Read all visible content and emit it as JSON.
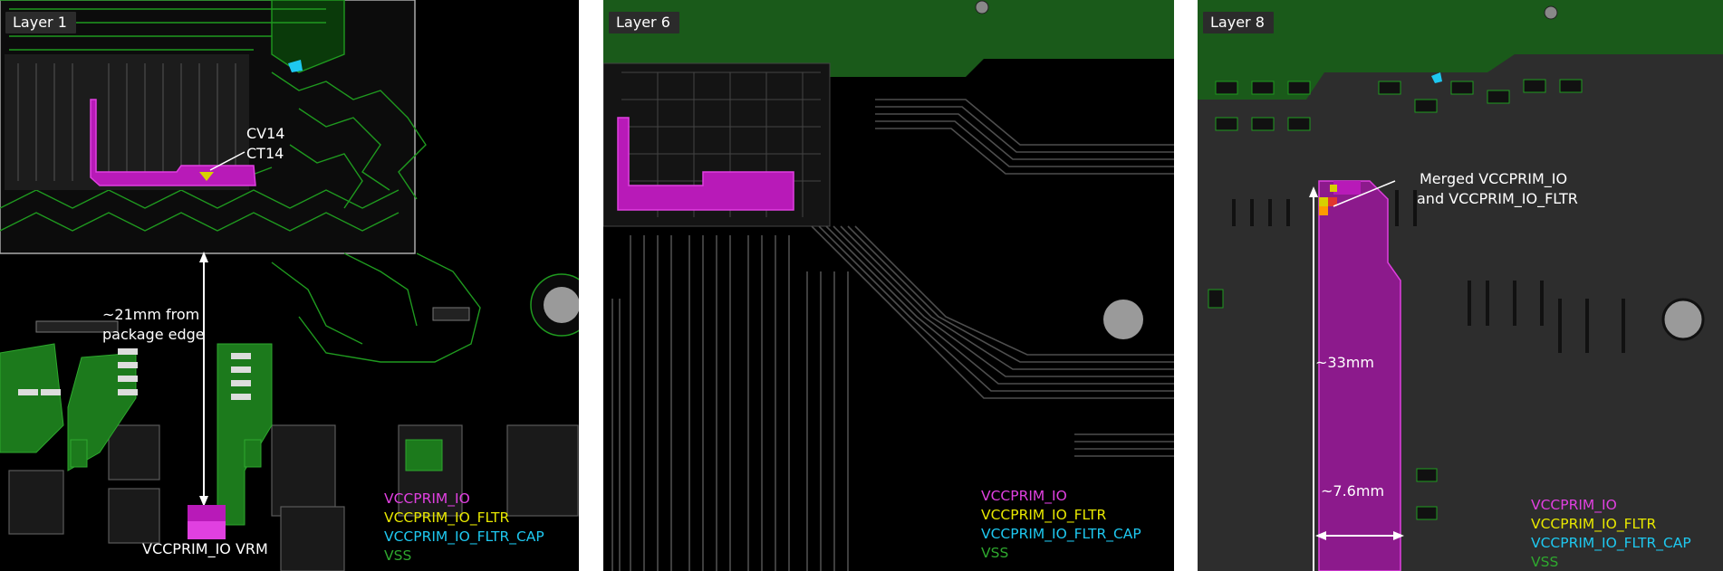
{
  "panels": [
    {
      "label": "Layer 1",
      "annotations": {
        "via_line1": "CV14",
        "via_line2": "CT14",
        "distance_line1": "~21mm from",
        "distance_line2": "package edge",
        "vrm": "VCCPRIM_IO VRM"
      }
    },
    {
      "label": "Layer 6"
    },
    {
      "label": "Layer 8",
      "annotations": {
        "merged_line1": "Merged VCCPRIM_IO",
        "merged_line2": "and VCCPRIM_IO_FLTR",
        "length": "~33mm",
        "width": "~7.6mm"
      }
    }
  ],
  "legend": [
    {
      "label": "VCCPRIM_IO",
      "color": "#e040e0"
    },
    {
      "label": "VCCPRIM_IO_FLTR",
      "color": "#e8e800"
    },
    {
      "label": "VCCPRIM_IO_FLTR_CAP",
      "color": "#1ec8f0"
    },
    {
      "label": "VSS",
      "color": "#2ea82e"
    }
  ],
  "colors": {
    "background": "#000000",
    "vss_trace": "#1f9a1f",
    "vccprim_io": "#b81ab8",
    "vccprim_io_fltr": "#d8d000",
    "vccprim_io_fltr_cap": "#1ec8f0",
    "gray_trace": "#5a5a5a"
  }
}
